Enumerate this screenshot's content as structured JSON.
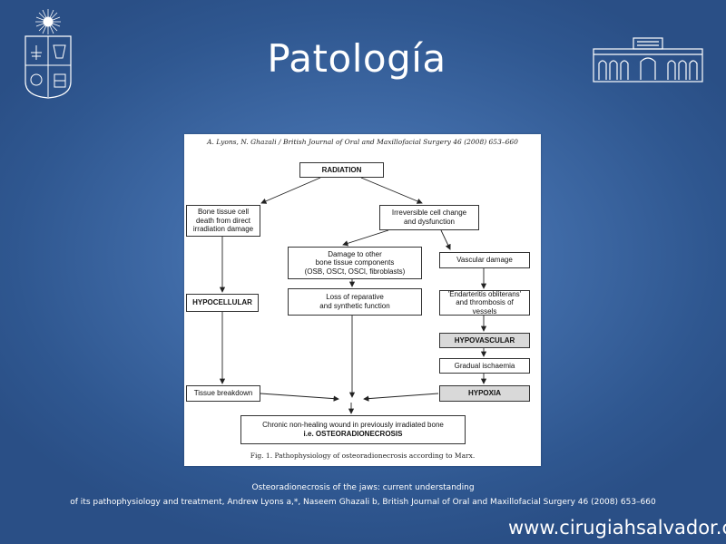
{
  "slide": {
    "title": "Patología",
    "reference_line1": "Osteoradionecrosis of the jaws: current understanding",
    "reference_line2": "of its pathophysiology and treatment, Andrew Lyons a,*, Naseem Ghazali b, British Journal of Oral and Maxillofacial Surgery 46 (2008) 653–660",
    "website": "www.cirugiahsalvador.cl",
    "logos": [
      "university-seal-icon",
      "hospital-building-icon"
    ]
  },
  "figure": {
    "header": "A. Lyons, N. Ghazali / British Journal of Oral and Maxillofacial Surgery 46 (2008) 653–660",
    "caption": "Fig. 1. Pathophysiology of osteoradionecrosis according to Marx.",
    "nodes": {
      "radiation": "RADIATION",
      "bone_death": "Bone tissue cell\ndeath from direct\nirradiation damage",
      "irreversible": "Irreversible cell change\nand dysfunction",
      "damage_other": "Damage to other\nbone tissue components\n(OSB, OSCt, OSCl, fibroblasts)",
      "vascular_damage": "Vascular damage",
      "hypocellular": "HYPOCELLULAR",
      "loss_reparative": "Loss of reparative\nand synthetic function",
      "endarteritis": "'Endarteritis obliterans'\nand thrombosis of vessels",
      "hypovascular": "HYPOVASCULAR",
      "gradual_ischaemia": "Gradual ischaemia",
      "tissue_breakdown": "Tissue breakdown",
      "hypoxia": "HYPOXIA",
      "final_line1": "Chronic non-healing wound in previously irradiated bone",
      "final_line2": "i.e. OSTEORADIONECROSIS"
    }
  },
  "colors": {
    "background": "#3f6aa6",
    "text": "#ffffff",
    "shaded_box": "#d9d9d9"
  }
}
